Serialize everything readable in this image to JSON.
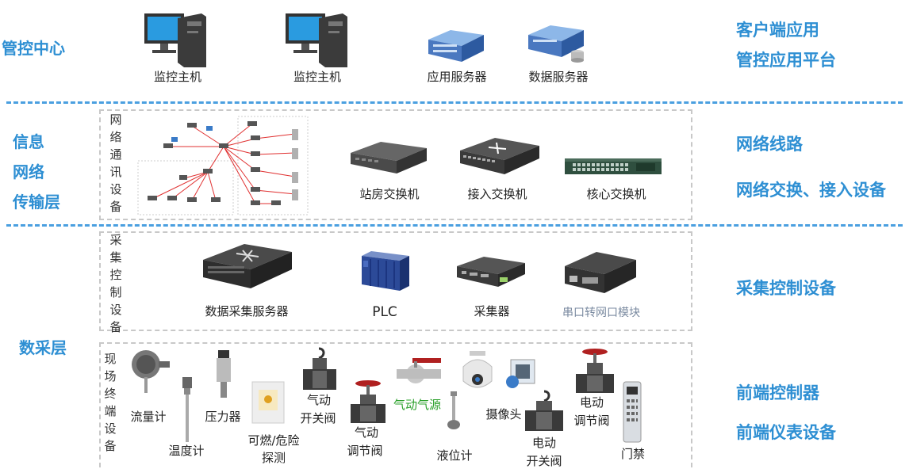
{
  "layers": {
    "control_center": "管控中心",
    "network": [
      "信息",
      "网络",
      "传输层"
    ],
    "data_acquisition": "数采层"
  },
  "right_labels": {
    "client_app": "客户端应用",
    "platform": "管控应用平台",
    "network_lines": "网络线路",
    "network_devices": "网络交换、接入设备",
    "acquisition_control": "采集控制设备",
    "front_controller": "前端控制器",
    "front_instrument": "前端仪表设备"
  },
  "control_center": {
    "monitor_host_1": "监控主机",
    "monitor_host_2": "监控主机",
    "app_server": "应用服务器",
    "data_server": "数据服务器"
  },
  "network": {
    "box_label": "网络通讯设备",
    "station_switch": "站房交换机",
    "access_switch": "接入交换机",
    "core_switch": "核心交换机"
  },
  "acquisition": {
    "box_label": "采集控制设备",
    "acq_server": "数据采集服务器",
    "plc": "PLC",
    "collector": "采集器",
    "serial_module": "串口转网口模块"
  },
  "field": {
    "box_label": "现场终端设备",
    "flow_meter": "流量计",
    "thermometer": "温度计",
    "pressure_meter": "压力器",
    "gas_detector": [
      "可燃/危险",
      "探测"
    ],
    "pneumatic_switch_valve": [
      "气动",
      "开关阀"
    ],
    "pneumatic_control_valve": [
      "气动",
      "调节阀"
    ],
    "air_source": "气动气源",
    "level_meter": "液位计",
    "camera": "摄像头",
    "electric_switch_valve": [
      "电动",
      "开关阀"
    ],
    "electric_control_valve": [
      "电动",
      "调节阀"
    ],
    "access_control": "门禁"
  },
  "colors": {
    "accent": "#2e8fd3",
    "separator": "#4a9fe0",
    "air_source_text": "#2aa02a",
    "serial_text": "#7a8aa0"
  }
}
